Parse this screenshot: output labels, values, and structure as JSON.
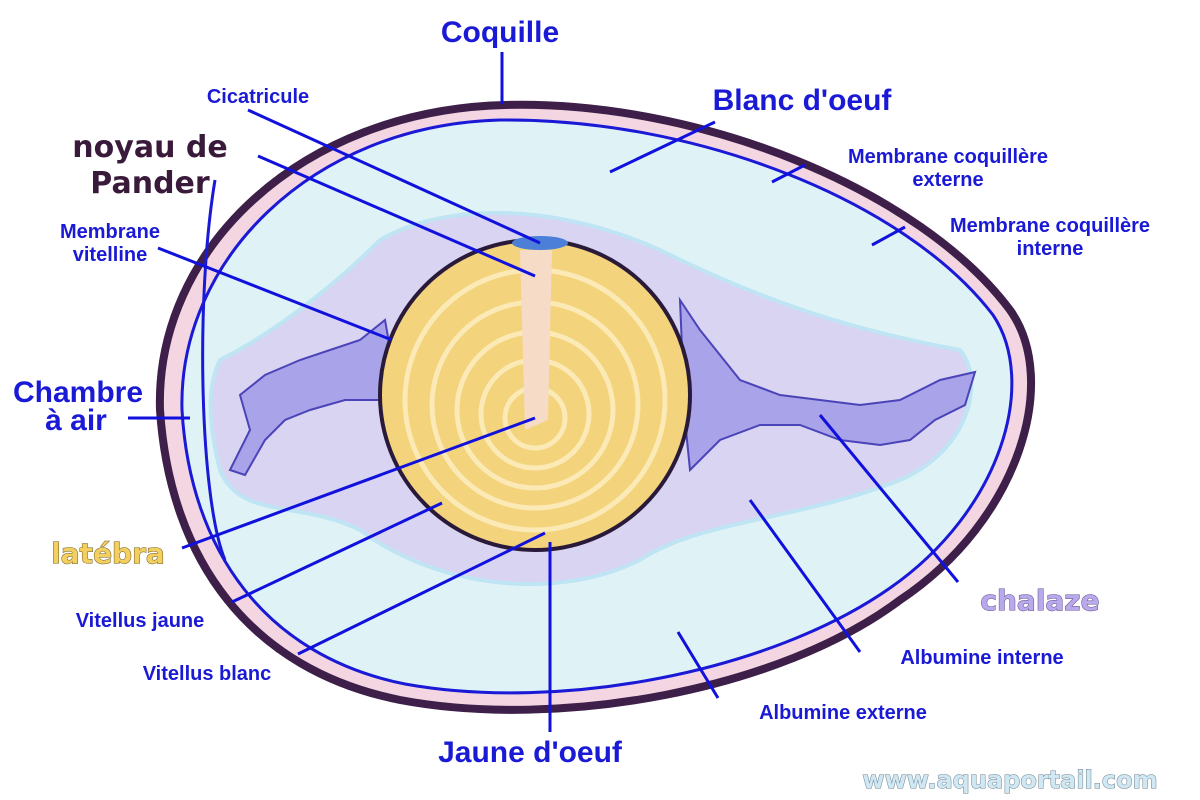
{
  "labels": {
    "coquille": "Coquille",
    "cicatricule": "Cicatricule",
    "blanc": "Blanc d'oeuf",
    "noyau_l1": "noyau de",
    "noyau_l2": "Pander",
    "membrane_externe_l1": "Membrane coquillère",
    "membrane_externe_l2": "externe",
    "membrane_interne_l1": "Membrane coquillère",
    "membrane_interne_l2": "interne",
    "vitelline_l1": "Membrane",
    "vitelline_l2": "vitelline",
    "chambre_l1": "Chambre",
    "chambre_l2": "à air",
    "latebra": "latébra",
    "vitellus_jaune": "Vitellus jaune",
    "vitellus_blanc": "Vitellus blanc",
    "jaune": "Jaune d'oeuf",
    "chalaze": "chalaze",
    "albumine_interne": "Albumine interne",
    "albumine_externe": "Albumine externe"
  },
  "watermark": "www.aquaportail.com",
  "colors": {
    "shell": "#3d1f4a",
    "shell_inner": "#f3d6e2",
    "outer_albumen": "#dff3f7",
    "inner_albumen": "#d8d4f2",
    "yolk": "#f3d37b",
    "yolk_rings": "#fbe9b6",
    "chalaze": "#7f7fe0",
    "label_text": "#1a1ad6"
  }
}
